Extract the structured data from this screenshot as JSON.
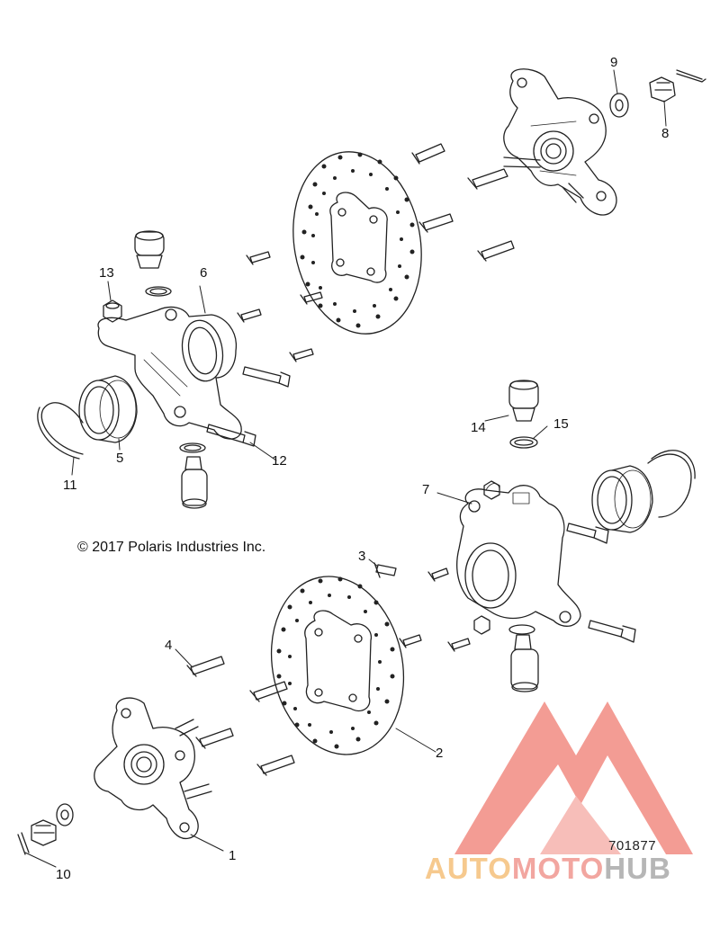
{
  "copyright": "© 2017 Polaris Industries Inc.",
  "drawing_number": "701877",
  "watermark": {
    "part_1": "AUTO",
    "part_2": "MOTO",
    "part_3": "HUB",
    "colors": {
      "auto": "#f6c98e",
      "moto": "#f2a6a0",
      "hub": "#b6b6b6",
      "logo": "#f28b82"
    }
  },
  "callouts": {
    "c1": "1",
    "c2": "2",
    "c3": "3",
    "c4": "4",
    "c5": "5",
    "c6": "6",
    "c7": "7",
    "c8": "8",
    "c9": "9",
    "c10": "10",
    "c11": "11",
    "c12": "12",
    "c13": "13",
    "c14": "14",
    "c15": "15"
  }
}
